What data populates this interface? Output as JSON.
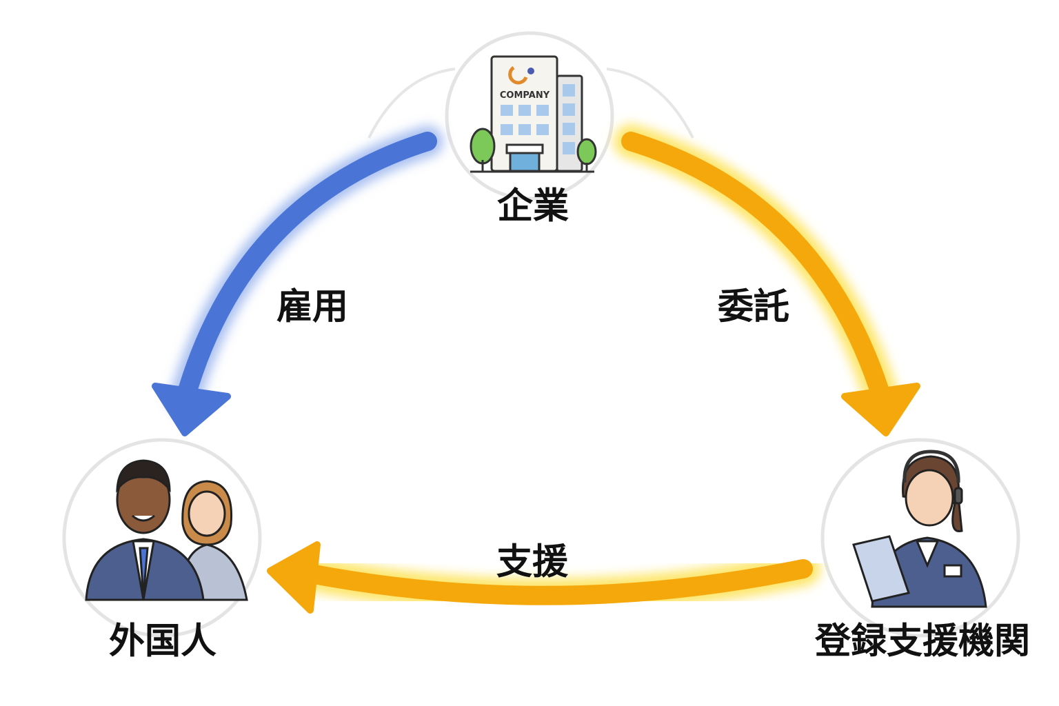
{
  "nodes": {
    "company": {
      "label": "企業",
      "sign": "COMPANY"
    },
    "foreigner": {
      "label": "外国人"
    },
    "agency": {
      "label": "登録支援機関"
    }
  },
  "edges": {
    "employment": {
      "label": "雇用",
      "color": "#4a74d6"
    },
    "entrustment": {
      "label": "委託",
      "color": "#f5a80c"
    },
    "support": {
      "label": "支援",
      "color": "#f5a80c"
    }
  }
}
